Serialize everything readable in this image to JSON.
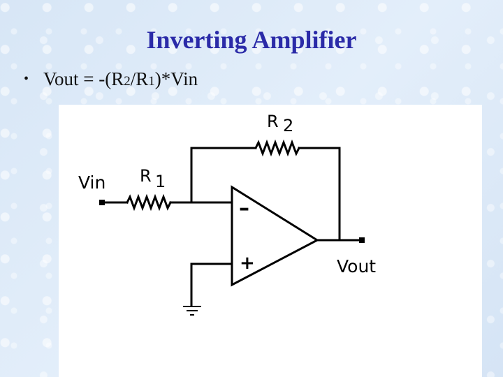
{
  "title": "Inverting Amplifier",
  "bullet": {
    "symbol": "•",
    "parts": [
      "Vout = -(R",
      "2",
      "/R",
      "1",
      ")*Vin"
    ]
  },
  "diagram": {
    "label_vin": "Vin",
    "label_vout": "Vout",
    "r1_letter": "R",
    "r1_digit": "1",
    "r2_letter": "R",
    "r2_digit": "2",
    "minus_sign": "–",
    "plus_sign": "+"
  },
  "colors": {
    "title": "#2b2ba8",
    "wire": "#000000"
  }
}
